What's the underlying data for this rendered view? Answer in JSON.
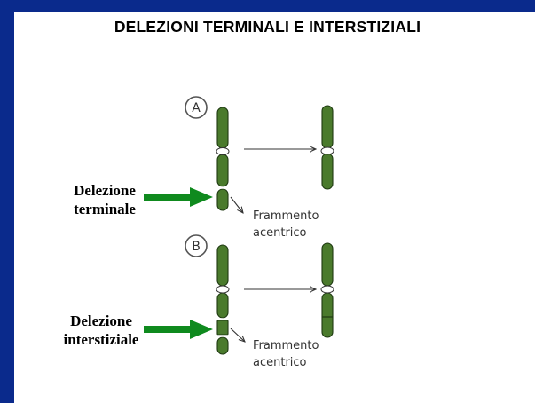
{
  "title": "DELEZIONI TERMINALI E INTERSTIZIALI",
  "panel_a": {
    "marker": "A",
    "label_line1": "Delezione",
    "label_line2": "terminale",
    "fragment_line1": "Frammento",
    "fragment_line2": "acentrico"
  },
  "panel_b": {
    "marker": "B",
    "label_line1": "Delezione",
    "label_line2": "interstiziale",
    "fragment_line1": "Frammento",
    "fragment_line2": "acentrico"
  },
  "colors": {
    "background_frame": "#0a2a8c",
    "chromosome": "#4a7a2c",
    "chromosome_outline": "#1f3a12",
    "deletion_arrow": "#0f8a1e"
  }
}
